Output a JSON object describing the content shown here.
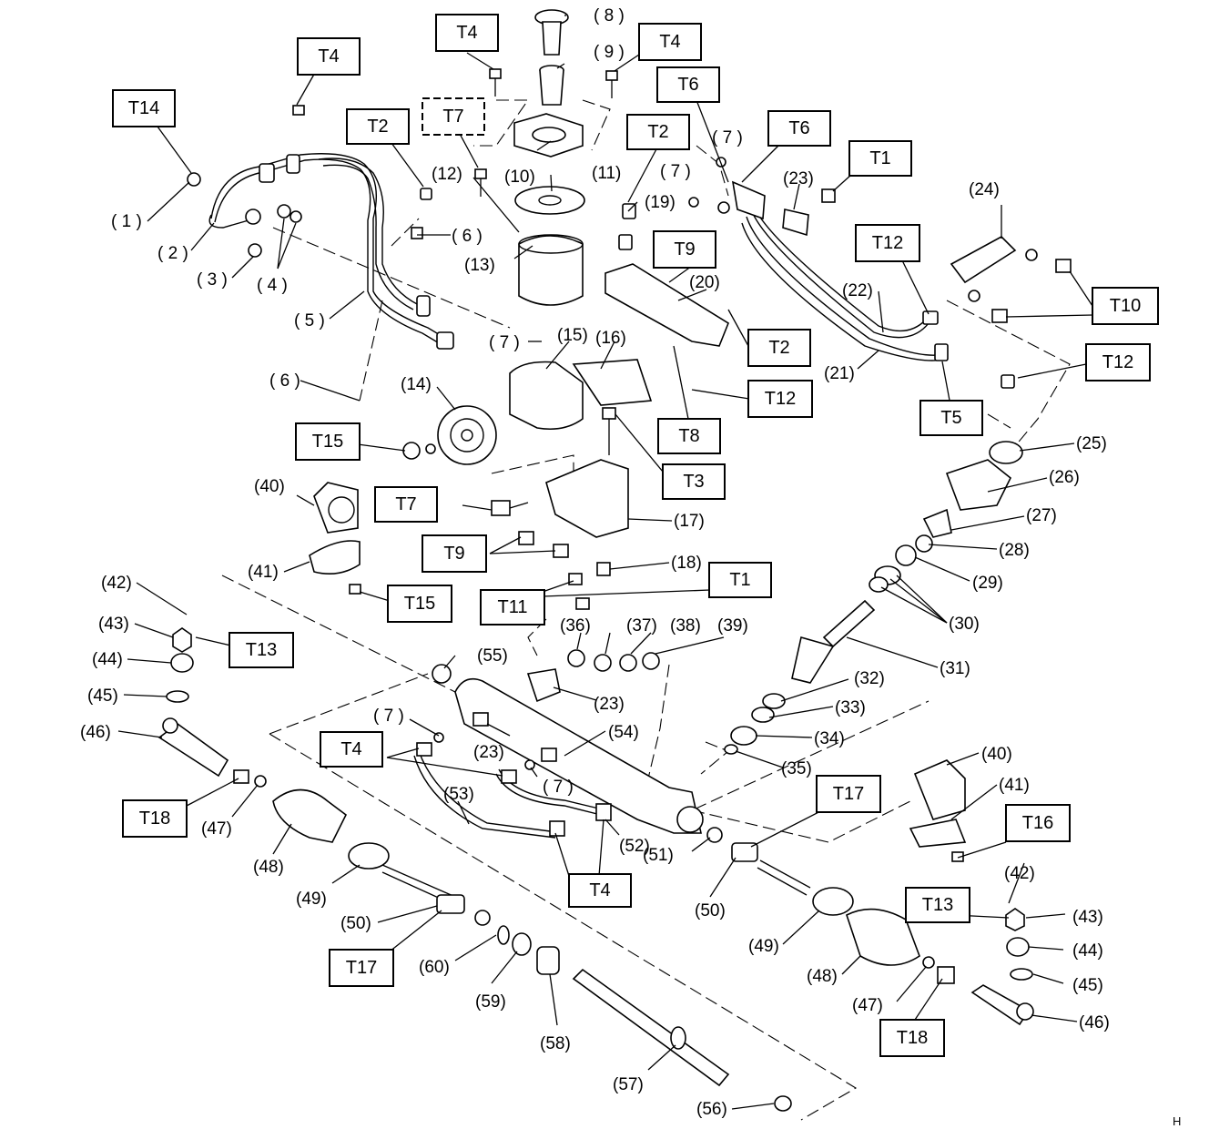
{
  "torque_labels": [
    {
      "id": "T14",
      "text": "T14"
    },
    {
      "id": "T4a",
      "text": "T4"
    },
    {
      "id": "T2a",
      "text": "T2"
    },
    {
      "id": "T7a",
      "text": "T7"
    },
    {
      "id": "T4b",
      "text": "T4"
    },
    {
      "id": "T4c",
      "text": "T4"
    },
    {
      "id": "T6a",
      "text": "T6"
    },
    {
      "id": "T2b",
      "text": "T2"
    },
    {
      "id": "T6b",
      "text": "T6"
    },
    {
      "id": "T1a",
      "text": "T1"
    },
    {
      "id": "T12a",
      "text": "T12"
    },
    {
      "id": "T10",
      "text": "T10"
    },
    {
      "id": "T9a",
      "text": "T9"
    },
    {
      "id": "T2c",
      "text": "T2"
    },
    {
      "id": "T12b",
      "text": "T12"
    },
    {
      "id": "T12c",
      "text": "T12"
    },
    {
      "id": "T5",
      "text": "T5"
    },
    {
      "id": "T8",
      "text": "T8"
    },
    {
      "id": "T15a",
      "text": "T15"
    },
    {
      "id": "T3",
      "text": "T3"
    },
    {
      "id": "T7b",
      "text": "T7"
    },
    {
      "id": "T9b",
      "text": "T9"
    },
    {
      "id": "T15b",
      "text": "T15"
    },
    {
      "id": "T11",
      "text": "T11"
    },
    {
      "id": "T1b",
      "text": "T1"
    },
    {
      "id": "T13a",
      "text": "T13"
    },
    {
      "id": "T4d",
      "text": "T4"
    },
    {
      "id": "T18a",
      "text": "T18"
    },
    {
      "id": "T4e",
      "text": "T4"
    },
    {
      "id": "T17a",
      "text": "T17"
    },
    {
      "id": "T16",
      "text": "T16"
    },
    {
      "id": "T13b",
      "text": "T13"
    },
    {
      "id": "T17b",
      "text": "T17"
    },
    {
      "id": "T18b",
      "text": "T18"
    }
  ],
  "part_labels": [
    "( 8 )",
    "( 9 )",
    "( 7 )",
    "(10)",
    "(11)",
    "(12)",
    "( 7 )",
    "(19)",
    "(23)",
    "(24)",
    "( 1 )",
    "( 2 )",
    "( 3 )",
    "( 4 )",
    "( 6 )",
    "(13)",
    "(20)",
    "(22)",
    "( 5 )",
    "( 7 )",
    "(15)",
    "(16)",
    "(21)",
    "( 6 )",
    "(14)",
    "(25)",
    "(26)",
    "(17)",
    "(40)",
    "(27)",
    "(28)",
    "(18)",
    "(41)",
    "(29)",
    "(30)",
    "(42)",
    "(36)",
    "(37)",
    "(38)",
    "(39)",
    "(43)",
    "(31)",
    "(44)",
    "(55)",
    "(32)",
    "(45)",
    "(23)",
    "(33)",
    "(46)",
    "(54)",
    "(34)",
    "( 7 )",
    "(23)",
    "(35)",
    "(40)",
    "(53)",
    "( 7 )",
    "(41)",
    "(47)",
    "(52)",
    "(48)",
    "(51)",
    "(42)",
    "(49)",
    "(50)",
    "(43)",
    "(50)",
    "(60)",
    "(49)",
    "(44)",
    "(48)",
    "(45)",
    "(59)",
    "(47)",
    "(46)",
    "(58)",
    "(57)",
    "(56)"
  ],
  "corner_mark": "H"
}
